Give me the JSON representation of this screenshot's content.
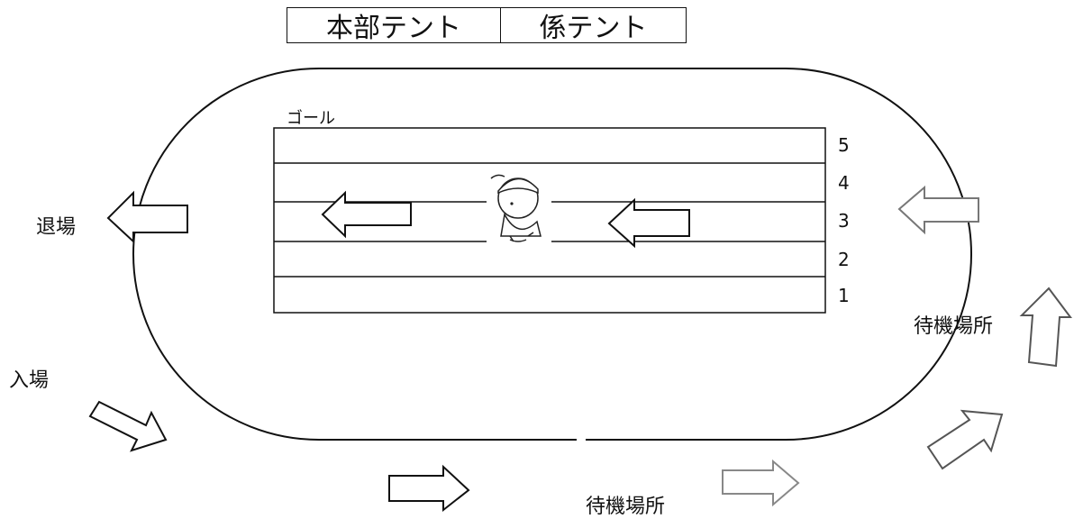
{
  "tents": {
    "main": "本部テント",
    "staff": "係テント"
  },
  "field": {
    "goal_label": "ゴール",
    "lanes": [
      "5",
      "4",
      "3",
      "2",
      "1"
    ]
  },
  "labels": {
    "exit": "退場",
    "entry": "入場",
    "waiting_right": "待機場所",
    "waiting_bottom": "待機場所"
  },
  "icons": {
    "runner": "running-child-icon",
    "arrow_left": "left-arrow-icon",
    "arrow_right": "right-arrow-icon",
    "arrow_up": "up-arrow-icon",
    "arrow_diag": "diagonal-arrow-icon"
  }
}
